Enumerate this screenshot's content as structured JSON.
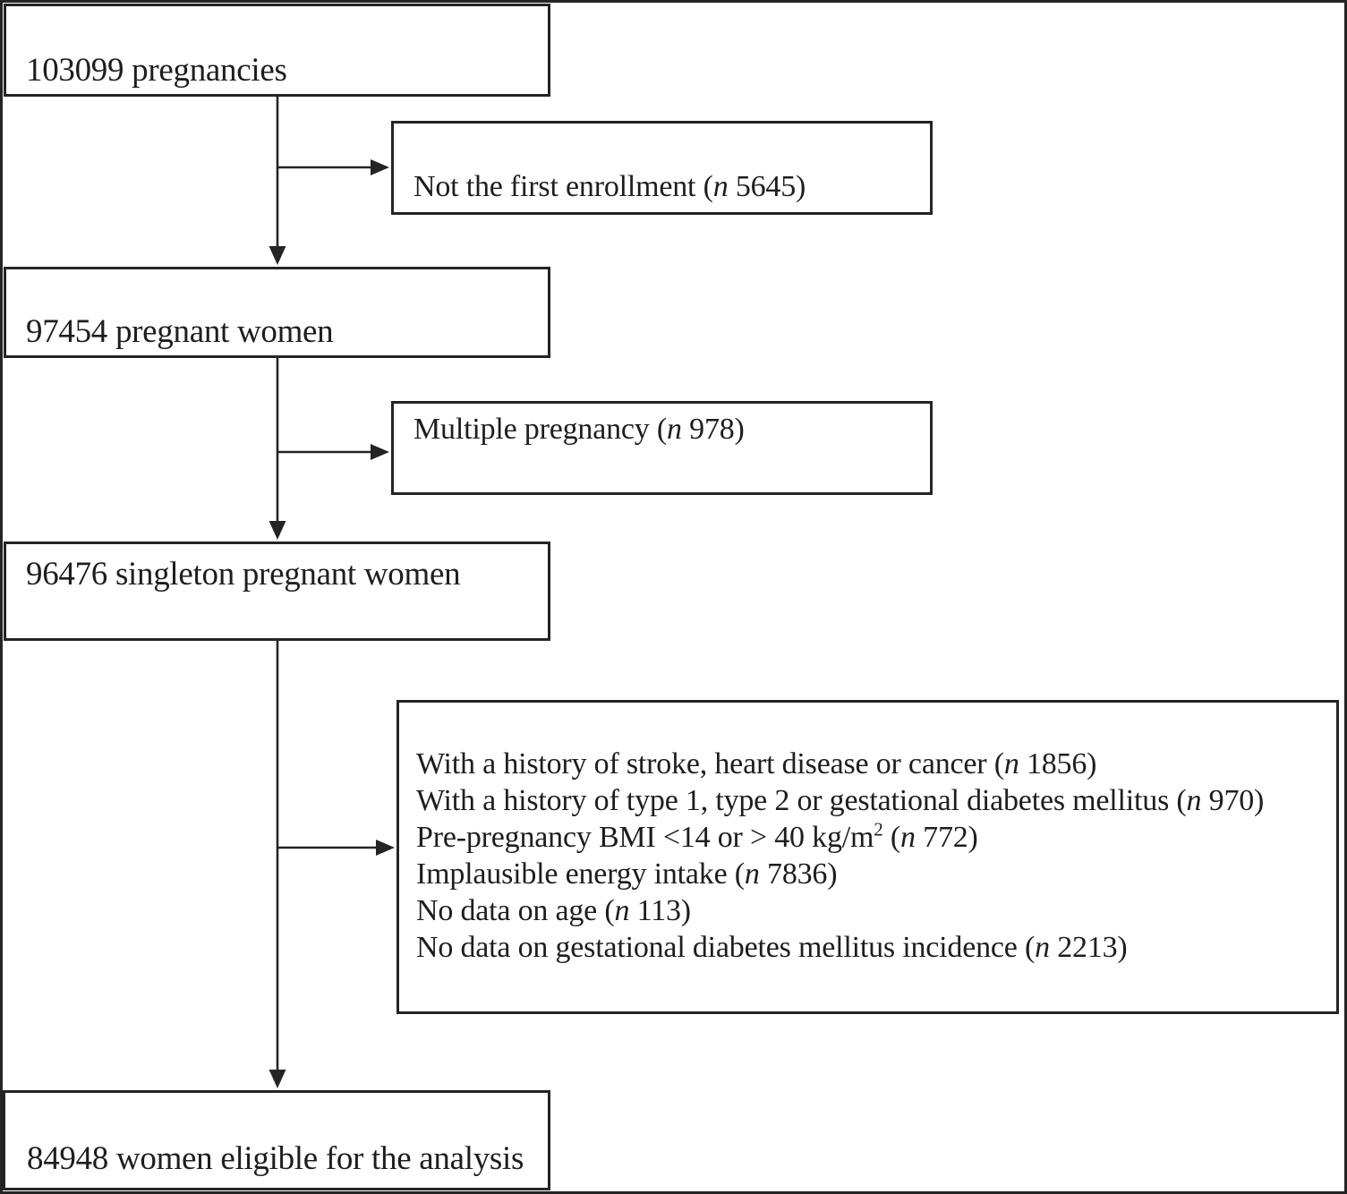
{
  "diagram": {
    "step1": {
      "label": "103099 pregnancies"
    },
    "excl1": {
      "segments": [
        {
          "text": "Not the first enrollment ("
        },
        {
          "text": "n",
          "style": "italic"
        },
        {
          "text": " 5645)"
        }
      ]
    },
    "step2": {
      "label": "97454 pregnant women"
    },
    "excl2": {
      "segments": [
        {
          "text": "Multiple pregnancy ("
        },
        {
          "text": "n",
          "style": "italic"
        },
        {
          "text": " 978)"
        }
      ]
    },
    "step3": {
      "label": "96476 singleton pregnant women"
    },
    "excl3": {
      "items": [
        {
          "segments": [
            {
              "text": "With a history of stroke, heart disease or cancer ("
            },
            {
              "text": "n",
              "style": "italic"
            },
            {
              "text": " 1856)"
            }
          ]
        },
        {
          "segments": [
            {
              "text": "With a history of type 1, type 2 or gestational diabetes mellitus ("
            },
            {
              "text": "n",
              "style": "italic"
            },
            {
              "text": " 970)"
            }
          ]
        },
        {
          "segments": [
            {
              "text": "Pre-pregnancy BMI <14 or > 40 kg/m"
            },
            {
              "text": "2",
              "style": "sup"
            },
            {
              "text": " ("
            },
            {
              "text": "n",
              "style": "italic"
            },
            {
              "text": " 772)"
            }
          ]
        },
        {
          "segments": [
            {
              "text": "Implausible energy intake ("
            },
            {
              "text": "n",
              "style": "italic"
            },
            {
              "text": " 7836)"
            }
          ]
        },
        {
          "segments": [
            {
              "text": "No data on age ("
            },
            {
              "text": "n",
              "style": "italic"
            },
            {
              "text": " 113)"
            }
          ]
        },
        {
          "segments": [
            {
              "text": "No data on gestational diabetes mellitus incidence ("
            },
            {
              "text": "n",
              "style": "italic"
            },
            {
              "text": " 2213)"
            }
          ]
        }
      ]
    },
    "step4": {
      "label": "84948 women eligible for the analysis"
    }
  },
  "colors": {
    "line": "#242424",
    "text": "#1e1e1e",
    "background": "#ffffff"
  }
}
